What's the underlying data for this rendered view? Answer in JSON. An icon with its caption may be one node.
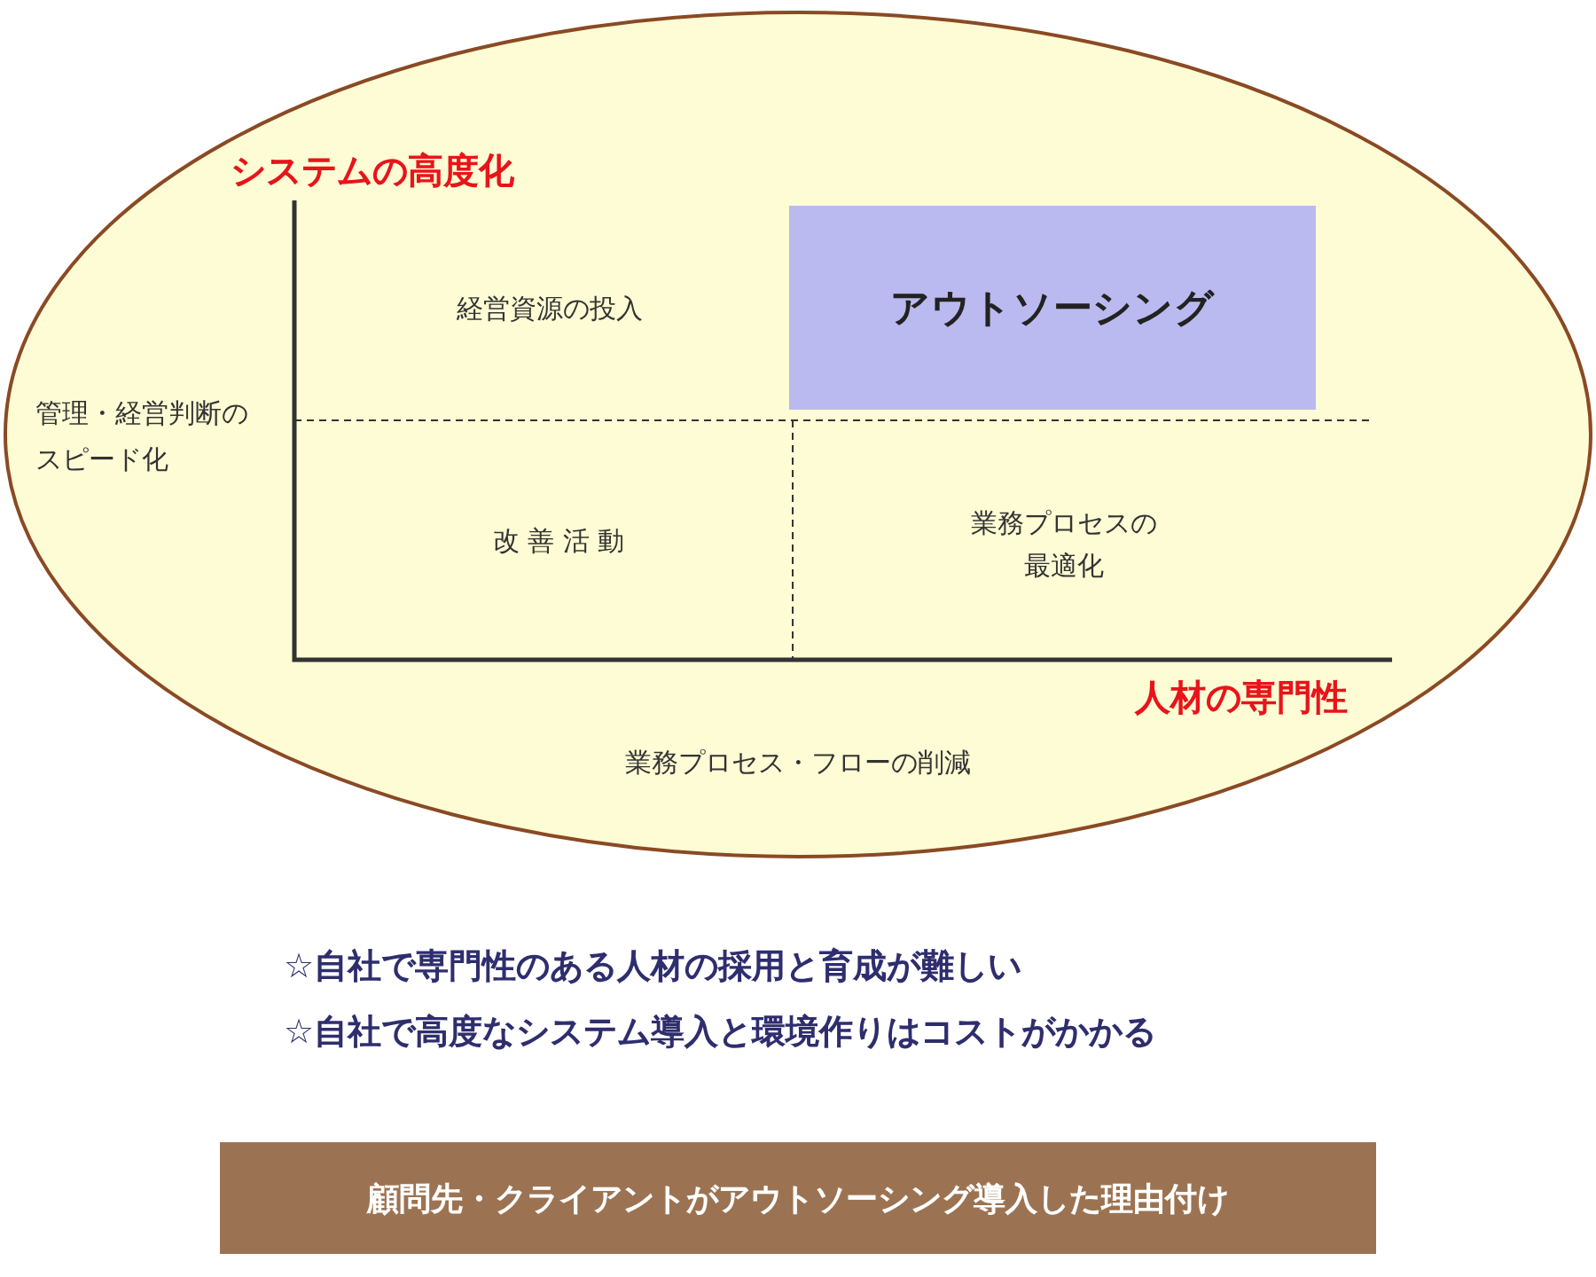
{
  "diagram": {
    "nodes": [
      {
        "text": [],
        "shape": "ellipse"
      },
      {
        "text": [
          "アウトソーシング"
        ],
        "in": 0
      },
      {
        "text": [
          "顧問先・クライアントがアウトソーシング導入した理由付け"
        ]
      }
    ],
    "edges": [],
    "labels": [
      "システムの高度化",
      "経営資源の投入",
      "管理・経営判断のスピード化",
      "改 善 活 動",
      "業務プロセスの最適化",
      "人材の専門性",
      "業務プロセス・フローの削減",
      "☆自社で専門性のある人材の採用と育成が難しい",
      "☆自社で高度なシステム導入と環境作りはコストがかかる"
    ]
  }
}
